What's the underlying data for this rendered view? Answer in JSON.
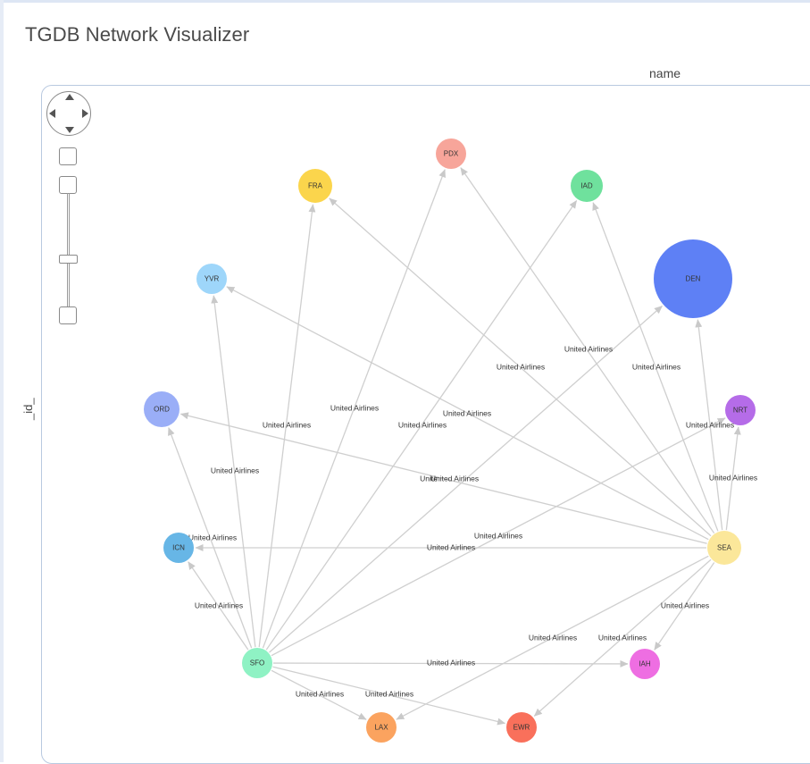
{
  "app": {
    "title": "TGDB Network Visualizer"
  },
  "axes": {
    "x_label": "name",
    "y_label": "_id_"
  },
  "nodes": [
    {
      "id": "PDX",
      "label": "PDX",
      "color": "#f7a59a"
    },
    {
      "id": "FRA",
      "label": "FRA",
      "color": "#fbd54c"
    },
    {
      "id": "IAD",
      "label": "IAD",
      "color": "#6fe19d"
    },
    {
      "id": "DEN",
      "label": "DEN",
      "color": "#5e80f5"
    },
    {
      "id": "YVR",
      "label": "YVR",
      "color": "#9ed6fa"
    },
    {
      "id": "ORD",
      "label": "ORD",
      "color": "#9aaef7"
    },
    {
      "id": "NRT",
      "label": "NRT",
      "color": "#b56ce8"
    },
    {
      "id": "ICN",
      "label": "ICN",
      "color": "#67b6e6"
    },
    {
      "id": "SEA",
      "label": "SEA",
      "color": "#fbe79a"
    },
    {
      "id": "SFO",
      "label": "SFO",
      "color": "#8ff2c4"
    },
    {
      "id": "IAH",
      "label": "IAH",
      "color": "#ee6ee2"
    },
    {
      "id": "LAX",
      "label": "LAX",
      "color": "#fba35f"
    },
    {
      "id": "EWR",
      "label": "EWR",
      "color": "#f9705b"
    }
  ],
  "edges": [
    {
      "from": "SFO",
      "to": "PDX",
      "label": "United Airlines"
    },
    {
      "from": "SFO",
      "to": "FRA",
      "label": "United Airlines"
    },
    {
      "from": "SFO",
      "to": "IAD",
      "label": "United Airlines"
    },
    {
      "from": "SFO",
      "to": "DEN",
      "label": "United Airlines"
    },
    {
      "from": "SFO",
      "to": "YVR",
      "label": "United Airlines"
    },
    {
      "from": "SFO",
      "to": "ORD",
      "label": "United Airlines"
    },
    {
      "from": "SFO",
      "to": "NRT",
      "label": "United Airlines"
    },
    {
      "from": "SFO",
      "to": "ICN",
      "label": "United Airlines"
    },
    {
      "from": "SFO",
      "to": "IAH",
      "label": "United Airlines"
    },
    {
      "from": "SFO",
      "to": "LAX",
      "label": "United Airlines"
    },
    {
      "from": "SFO",
      "to": "EWR",
      "label": "United Airlines"
    },
    {
      "from": "SEA",
      "to": "PDX",
      "label": "United Airlines"
    },
    {
      "from": "SEA",
      "to": "FRA",
      "label": "United Airlines"
    },
    {
      "from": "SEA",
      "to": "IAD",
      "label": "United Airlines"
    },
    {
      "from": "SEA",
      "to": "DEN",
      "label": "United Airlines"
    },
    {
      "from": "SEA",
      "to": "YVR",
      "label": "United Airlines"
    },
    {
      "from": "SEA",
      "to": "ORD",
      "label": "Unite"
    },
    {
      "from": "SEA",
      "to": "NRT",
      "label": "United Airlines"
    },
    {
      "from": "SEA",
      "to": "ICN",
      "label": "United Airlines"
    },
    {
      "from": "SEA",
      "to": "IAH",
      "label": "United Airlines"
    },
    {
      "from": "SEA",
      "to": "LAX",
      "label": "United Airlines"
    },
    {
      "from": "SEA",
      "to": "EWR",
      "label": "United Airlines"
    }
  ]
}
